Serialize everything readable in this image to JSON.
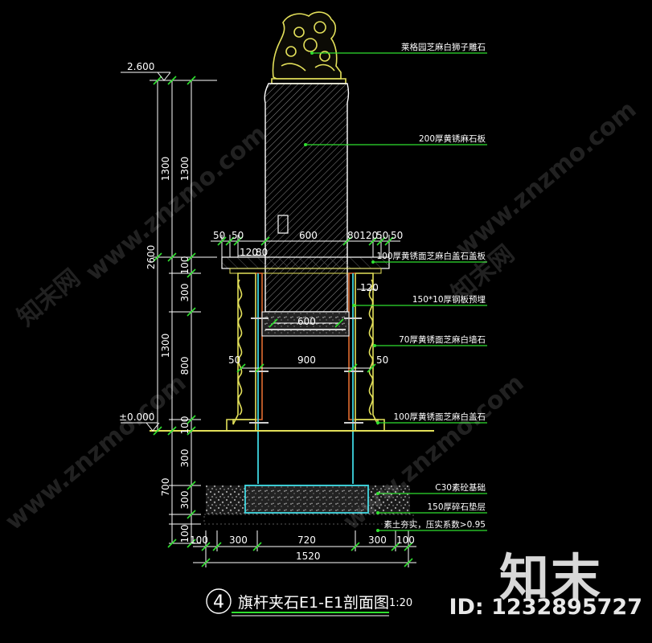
{
  "colors": {
    "background": "#000000",
    "outline": "#ffffff",
    "stone": "#e3e05a",
    "column": "#ffffff",
    "leader": "#2fe02f",
    "rebar": "#3fd6e0",
    "ground": "#e3e05a"
  },
  "elevations": {
    "top": "2.600",
    "ground": "±0.000"
  },
  "callouts": [
    "莱格园芝麻白狮子雕石",
    "200厚黄锈麻石板",
    "100厚黄锈面芝麻白盖石盖板",
    "150*10厚钢板预埋",
    "70厚黄锈面芝麻白墙石",
    "100厚黄锈面芝麻白盖石",
    "C30素砼基础",
    "150厚碎石垫层",
    "素土夯实，压实系数>0.95"
  ],
  "dims_left": {
    "d2600": "2600",
    "d1300a": "1300",
    "d1300b": "1300",
    "d1300c": "1300",
    "d100a": "100",
    "d300a": "300",
    "d800": "800",
    "d100b": "100",
    "d700": "700",
    "d300b": "300",
    "d300c": "300",
    "d100c": "100"
  },
  "dims_top": {
    "d50a": "50",
    "d50b": "50",
    "d600": "600",
    "d80120": "80120",
    "d50c": "50",
    "d50d": "50"
  },
  "dims_inner": {
    "d120l": "120",
    "d80": "80",
    "d120r": "120",
    "d600b": "600",
    "d900": "900",
    "d50l": "50",
    "d50r": "50"
  },
  "dims_bottom": {
    "d100l": "100",
    "d300l": "300",
    "d720": "720",
    "d300r": "300",
    "d100r": "100",
    "d1520": "1520"
  },
  "title": {
    "number": "4",
    "text": "旗杆夹石E1-E1剖面图",
    "scale": "1:20"
  },
  "watermark": {
    "site": "www.znzmo.com",
    "brand": "知末网",
    "logo": "知末",
    "id": "ID: 1232895727"
  }
}
